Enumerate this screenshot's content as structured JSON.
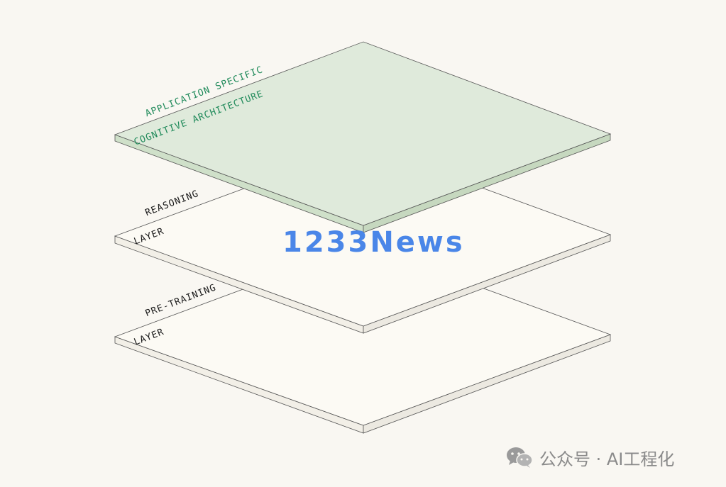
{
  "layers": {
    "application": {
      "line1": "APPLICATION SPECIFIC",
      "line2": "COGNITIVE ARCHITECTURE",
      "fill": "#dfeadb",
      "text_color": "#1f8a5a"
    },
    "reasoning": {
      "line1": "REASONING",
      "line2": "LAYER",
      "fill": "#fcfaf4"
    },
    "pretraining": {
      "line1": "PRE-TRAINING",
      "line2": "LAYER",
      "fill": "#fcfaf4"
    }
  },
  "watermark": {
    "brand": "1233News",
    "color": "#4a86e8"
  },
  "footer": {
    "icon": "wechat-icon",
    "text": "公众号 · AI工程化"
  }
}
